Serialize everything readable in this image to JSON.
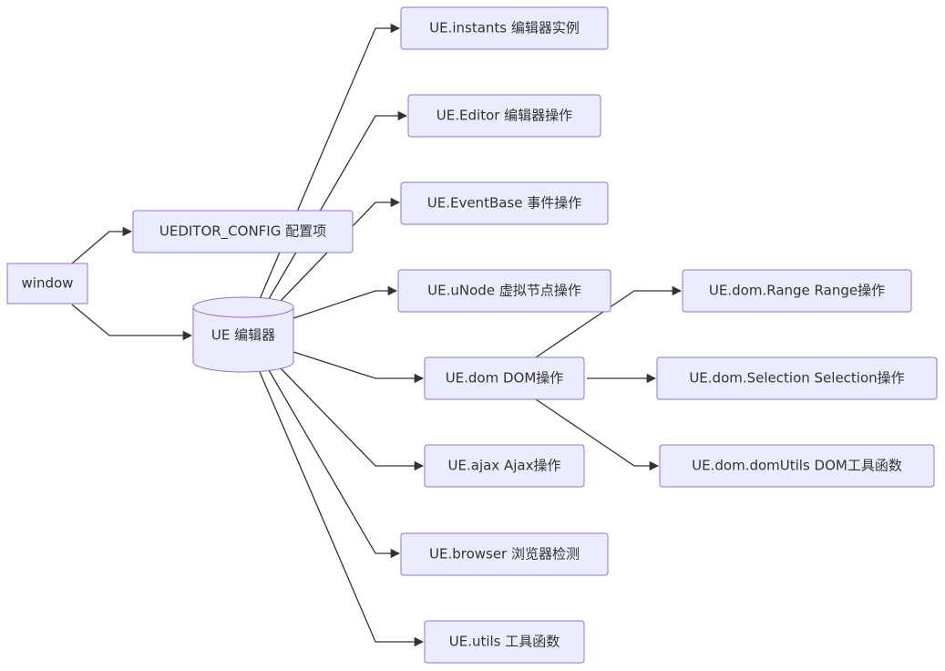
{
  "colors": {
    "node_fill": "#ECECFF",
    "node_stroke": "#9370DB",
    "edge": "#333333",
    "text": "#333333"
  },
  "nodes": {
    "window": "window",
    "config": "UEDITOR_CONFIG 配置项",
    "ue": "UE 编辑器",
    "instants": "UE.instants 编辑器实例",
    "editor": "UE.Editor 编辑器操作",
    "eventbase": "UE.EventBase 事件操作",
    "unode": "UE.uNode 虚拟节点操作",
    "dom": "UE.dom DOM操作",
    "ajax": "UE.ajax Ajax操作",
    "browser": "UE.browser 浏览器检测",
    "utils": "UE.utils 工具函数",
    "range": "UE.dom.Range Range操作",
    "selection": "UE.dom.Selection Selection操作",
    "domutils": "UE.dom.domUtils DOM工具函数"
  }
}
